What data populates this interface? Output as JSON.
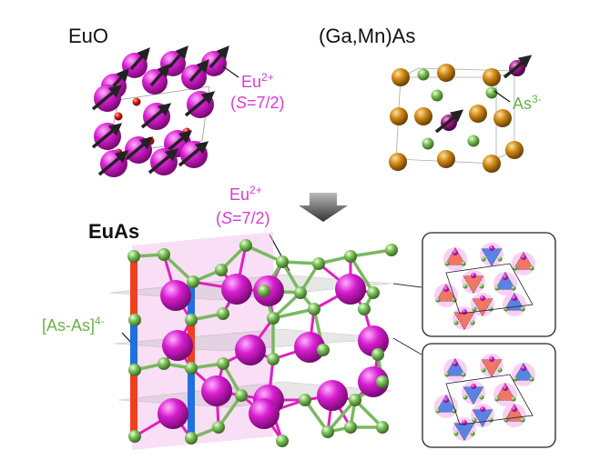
{
  "panels": {
    "euo": {
      "title": "EuO",
      "ion": "Eu",
      "ion_charge": "2+",
      "spin_prefix": "(",
      "spin_symbol": "S",
      "spin_value": "=7/2)"
    },
    "gamnas": {
      "title": "(Ga,Mn)As",
      "ion": "As",
      "ion_charge": "3-"
    },
    "euas": {
      "title": "EuAs",
      "ion": "Eu",
      "ion_charge": "2+",
      "spin_prefix": "(",
      "spin_symbol": "S",
      "spin_value": "=7/2)",
      "dimer": "[As-As]",
      "dimer_charge": "4-"
    }
  },
  "colors": {
    "eu": "#d020c8",
    "as": "#6cb04a",
    "ga": "#c88a20",
    "mn": "#9a1a7a",
    "o": "#e01010",
    "red_bond": "#f04020",
    "blue_bond": "#2070e0",
    "label_magenta": "#d63bd0",
    "label_green": "#6cb04a"
  }
}
